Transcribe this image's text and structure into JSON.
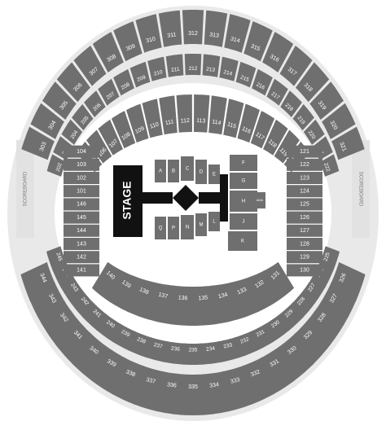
{
  "colors": {
    "section": "#6f6f6f",
    "ring_band": "#e9e9e9",
    "background": "#ffffff",
    "stage": "#111111",
    "label": "#ffffff"
  },
  "scoreboards": {
    "left": "SCOREBOARD",
    "right": "SCOREBOARD"
  },
  "stage": {
    "label": "STAGE"
  },
  "sections": {
    "upper_300s_top": [
      "303",
      "304",
      "305",
      "306",
      "307",
      "308",
      "309",
      "310",
      "311",
      "312",
      "313",
      "314",
      "315",
      "316",
      "317",
      "318",
      "319",
      "320",
      "321"
    ],
    "level_200s_top": [
      "202",
      "203",
      "204",
      "205",
      "206",
      "207",
      "208",
      "209",
      "210",
      "211",
      "212",
      "213",
      "214",
      "215",
      "216",
      "217",
      "218",
      "219",
      "220",
      "221",
      "222"
    ],
    "lower_100s_top": [
      "105",
      "106",
      "107",
      "108",
      "109",
      "110",
      "111",
      "112",
      "113",
      "114",
      "115",
      "116",
      "117",
      "118",
      "119",
      "120"
    ],
    "lower_left": [
      "104",
      "103",
      "102",
      "101",
      "146",
      "145",
      "144",
      "143",
      "142",
      "141"
    ],
    "lower_right": [
      "121",
      "122",
      "123",
      "124",
      "125",
      "126",
      "127",
      "128",
      "129",
      "130"
    ],
    "lower_100s_bottom": [
      "140",
      "139",
      "138",
      "137",
      "136",
      "135",
      "134",
      "133",
      "132",
      "131"
    ],
    "level_200s_bottom": [
      "245",
      "244",
      "243",
      "242",
      "241",
      "240",
      "239",
      "238",
      "237",
      "236",
      "235",
      "234",
      "233",
      "232",
      "231",
      "230",
      "229",
      "228",
      "227",
      "226",
      "225"
    ],
    "upper_300s_bottom": [
      "344",
      "343",
      "342",
      "341",
      "340",
      "339",
      "338",
      "337",
      "336",
      "335",
      "334",
      "333",
      "332",
      "331",
      "330",
      "329",
      "328",
      "327",
      "326"
    ],
    "floor": [
      "A",
      "B",
      "C",
      "D",
      "E",
      "F",
      "G",
      "H",
      "J",
      "K",
      "L",
      "M",
      "N",
      "P",
      "Q"
    ],
    "floor_extra": "ADA"
  }
}
